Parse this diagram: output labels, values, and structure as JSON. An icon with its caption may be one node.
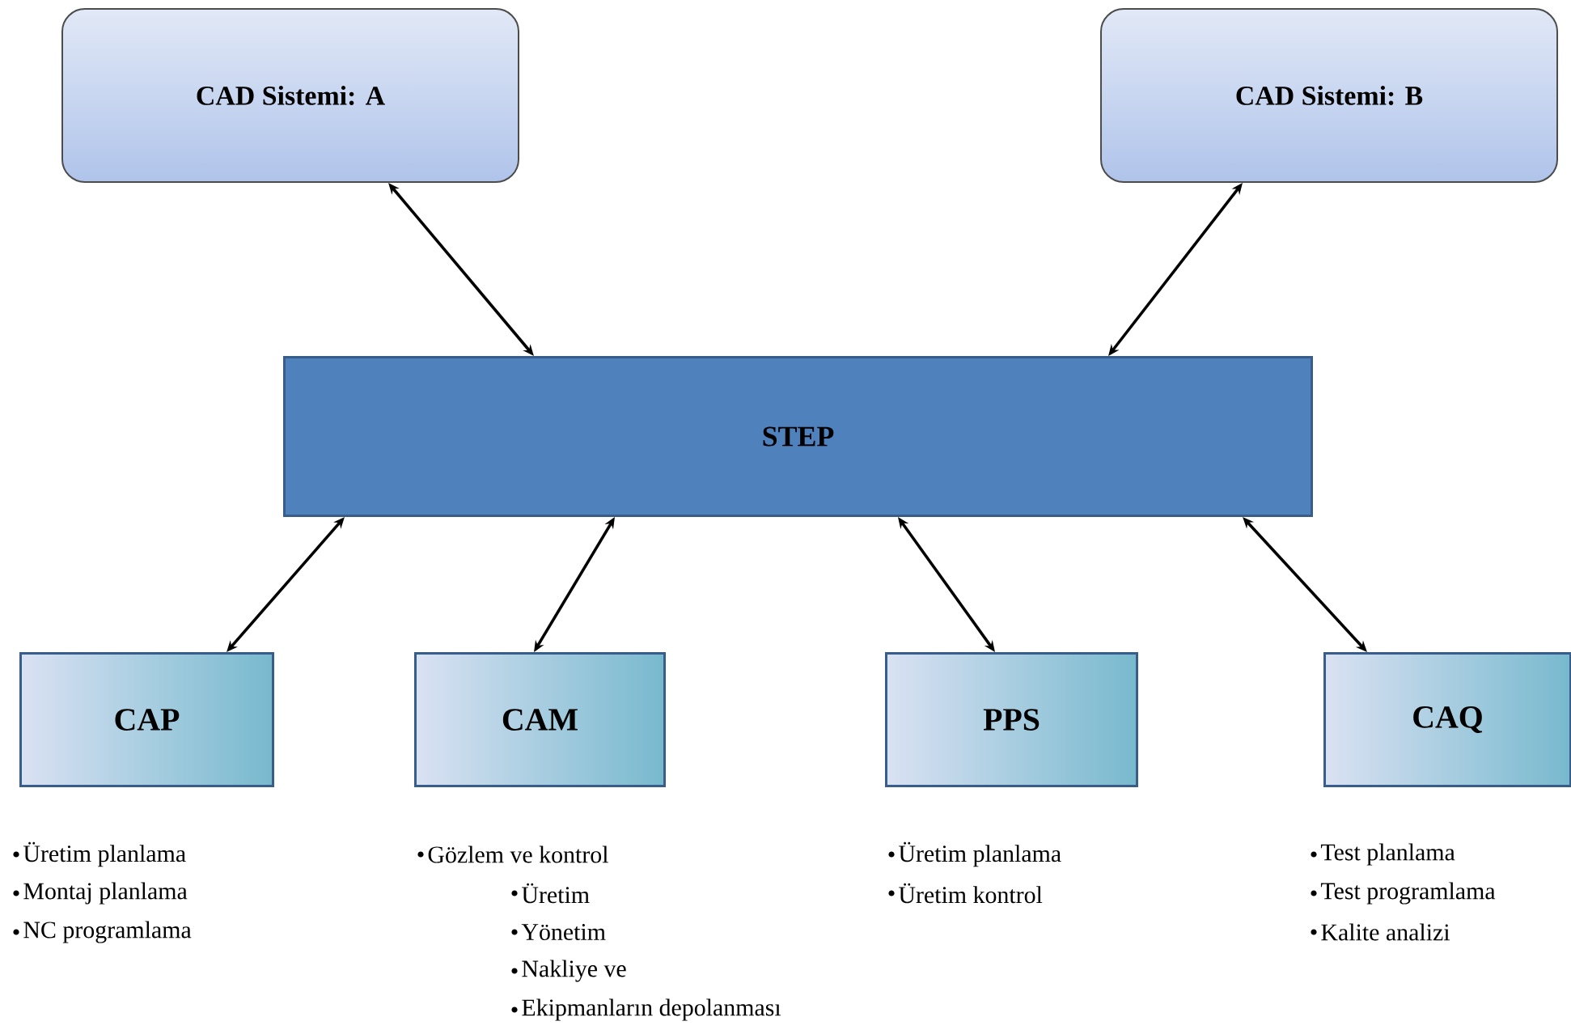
{
  "diagram": {
    "nodes": [
      {
        "text": [
          "CAD Sistemi:  A"
        ]
      },
      {
        "text": [
          "CAD Sistemi:  B"
        ]
      },
      {
        "text": [
          "STEP"
        ]
      },
      {
        "text": [
          "CAP"
        ],
        "beside": [
          "Üretim planlama",
          "Montaj planlama",
          "NC programlama"
        ]
      },
      {
        "text": [
          "CAM"
        ],
        "beside": [
          "Gözlem ve kontrol",
          "Üretim",
          "Yönetim",
          "Nakliye ve",
          "Ekipmanların depolanması"
        ]
      },
      {
        "text": [
          "PPS"
        ],
        "beside": [
          "Üretim planlama",
          "Üretim kontrol"
        ]
      },
      {
        "text": [
          "CAQ"
        ],
        "beside": [
          "Test planlama",
          "Test programlama",
          "Kalite analizi"
        ]
      }
    ],
    "edges": [
      {
        "from": 0,
        "to": 2,
        "arrow": "both"
      },
      {
        "from": 1,
        "to": 2,
        "arrow": "both"
      },
      {
        "from": 2,
        "to": 3,
        "arrow": "both"
      },
      {
        "from": 2,
        "to": 4,
        "arrow": "both"
      },
      {
        "from": 2,
        "to": 5,
        "arrow": "both"
      },
      {
        "from": 2,
        "to": 6,
        "arrow": "both"
      }
    ]
  }
}
